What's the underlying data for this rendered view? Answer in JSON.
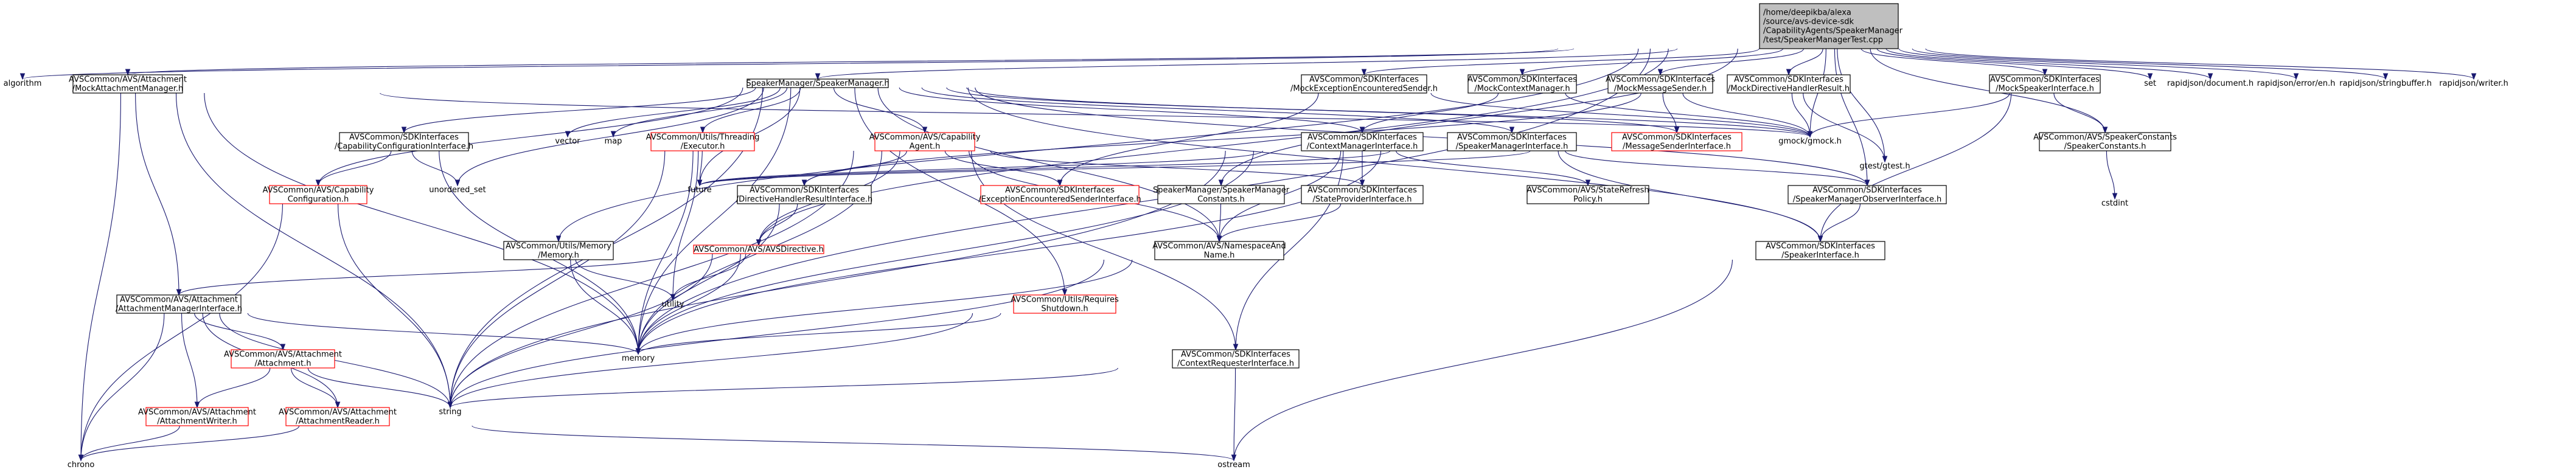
{
  "nodes": [
    {
      "id": "root",
      "lines": [
        "/home/deepikba/alexa",
        "/source/avs-device-sdk",
        "/CapabilityAgents/SpeakerManager",
        "/test/SpeakerManagerTest.cpp"
      ],
      "style": "root"
    },
    {
      "id": "algorithm",
      "lines": [
        "algorithm"
      ],
      "style": "plain"
    },
    {
      "id": "mockAttMgr",
      "lines": [
        "AVSCommon/AVS/Attachment",
        "/MockAttachmentManager.h"
      ],
      "style": "box"
    },
    {
      "id": "spkMgr",
      "lines": [
        "SpeakerManager/SpeakerManager.h"
      ],
      "style": "box"
    },
    {
      "id": "mockExcSender",
      "lines": [
        "AVSCommon/SDKInterfaces",
        "/MockExceptionEncounteredSender.h"
      ],
      "style": "box"
    },
    {
      "id": "mockCtxMgr",
      "lines": [
        "AVSCommon/SDKInterfaces",
        "/MockContextManager.h"
      ],
      "style": "box"
    },
    {
      "id": "mockMsgSender",
      "lines": [
        "AVSCommon/SDKInterfaces",
        "/MockMessageSender.h"
      ],
      "style": "box"
    },
    {
      "id": "mockDirResult",
      "lines": [
        "AVSCommon/SDKInterfaces",
        "/MockDirectiveHandlerResult.h"
      ],
      "style": "box"
    },
    {
      "id": "mockSpkIface",
      "lines": [
        "AVSCommon/SDKInterfaces",
        "/MockSpeakerInterface.h"
      ],
      "style": "box"
    },
    {
      "id": "set",
      "lines": [
        "set"
      ],
      "style": "plain"
    },
    {
      "id": "rjDoc",
      "lines": [
        "rapidjson/document.h"
      ],
      "style": "plain"
    },
    {
      "id": "rjErr",
      "lines": [
        "rapidjson/error/en.h"
      ],
      "style": "plain"
    },
    {
      "id": "rjSb",
      "lines": [
        "rapidjson/stringbuffer.h"
      ],
      "style": "plain"
    },
    {
      "id": "rjWriter",
      "lines": [
        "rapidjson/writer.h"
      ],
      "style": "plain"
    },
    {
      "id": "capCfgIface",
      "lines": [
        "AVSCommon/SDKInterfaces",
        "/CapabilityConfigurationInterface.h"
      ],
      "style": "box"
    },
    {
      "id": "vector",
      "lines": [
        "vector"
      ],
      "style": "plain"
    },
    {
      "id": "map",
      "lines": [
        "map"
      ],
      "style": "plain"
    },
    {
      "id": "executor",
      "lines": [
        "AVSCommon/Utils/Threading",
        "/Executor.h"
      ],
      "style": "red"
    },
    {
      "id": "capAgent",
      "lines": [
        "AVSCommon/AVS/Capability",
        "Agent.h"
      ],
      "style": "red"
    },
    {
      "id": "ctxMgrIface",
      "lines": [
        "AVSCommon/SDKInterfaces",
        "/ContextManagerInterface.h"
      ],
      "style": "box"
    },
    {
      "id": "spkMgrIface",
      "lines": [
        "AVSCommon/SDKInterfaces",
        "/SpeakerManagerInterface.h"
      ],
      "style": "box"
    },
    {
      "id": "msgSenderIface",
      "lines": [
        "AVSCommon/SDKInterfaces",
        "/MessageSenderInterface.h"
      ],
      "style": "red"
    },
    {
      "id": "gmock",
      "lines": [
        "gmock/gmock.h"
      ],
      "style": "plain"
    },
    {
      "id": "gtest",
      "lines": [
        "gtest/gtest.h"
      ],
      "style": "plain"
    },
    {
      "id": "spkConstants",
      "lines": [
        "AVSCommon/AVS/SpeakerConstants",
        "/SpeakerConstants.h"
      ],
      "style": "box"
    },
    {
      "id": "cstdint",
      "lines": [
        "cstdint"
      ],
      "style": "plain"
    },
    {
      "id": "capConfig",
      "lines": [
        "AVSCommon/AVS/Capability",
        "Configuration.h"
      ],
      "style": "red"
    },
    {
      "id": "unorderedSet",
      "lines": [
        "unordered_set"
      ],
      "style": "plain"
    },
    {
      "id": "future",
      "lines": [
        "future"
      ],
      "style": "plain"
    },
    {
      "id": "dirResultIface",
      "lines": [
        "AVSCommon/SDKInterfaces",
        "/DirectiveHandlerResultInterface.h"
      ],
      "style": "box"
    },
    {
      "id": "excSenderIface",
      "lines": [
        "AVSCommon/SDKInterfaces",
        "/ExceptionEncounteredSenderInterface.h"
      ],
      "style": "red"
    },
    {
      "id": "spkMgrConstants",
      "lines": [
        "SpeakerManager/SpeakerManager",
        "Constants.h"
      ],
      "style": "box"
    },
    {
      "id": "stateProvider",
      "lines": [
        "AVSCommon/SDKInterfaces",
        "/StateProviderInterface.h"
      ],
      "style": "box"
    },
    {
      "id": "stateRefresh",
      "lines": [
        "AVSCommon/AVS/StateRefresh",
        "Policy.h"
      ],
      "style": "box"
    },
    {
      "id": "spkMgrObserver",
      "lines": [
        "AVSCommon/SDKInterfaces",
        "/SpeakerManagerObserverInterface.h"
      ],
      "style": "box"
    },
    {
      "id": "spkIface",
      "lines": [
        "AVSCommon/SDKInterfaces",
        "/SpeakerInterface.h"
      ],
      "style": "box"
    },
    {
      "id": "utilsMemory",
      "lines": [
        "AVSCommon/Utils/Memory",
        "/Memory.h"
      ],
      "style": "box"
    },
    {
      "id": "avsDirective",
      "lines": [
        "AVSCommon/AVS/AVSDirective.h"
      ],
      "style": "red"
    },
    {
      "id": "nsName",
      "lines": [
        "AVSCommon/AVS/NamespaceAnd",
        "Name.h"
      ],
      "style": "box"
    },
    {
      "id": "attMgrIface",
      "lines": [
        "AVSCommon/AVS/Attachment",
        "/AttachmentManagerInterface.h"
      ],
      "style": "box"
    },
    {
      "id": "utility",
      "lines": [
        "utility"
      ],
      "style": "plain"
    },
    {
      "id": "reqShutdown",
      "lines": [
        "AVSCommon/Utils/Requires",
        "Shutdown.h"
      ],
      "style": "red"
    },
    {
      "id": "memory",
      "lines": [
        "memory"
      ],
      "style": "plain"
    },
    {
      "id": "attachment",
      "lines": [
        "AVSCommon/AVS/Attachment",
        "/Attachment.h"
      ],
      "style": "red"
    },
    {
      "id": "ctxRequester",
      "lines": [
        "AVSCommon/SDKInterfaces",
        "/ContextRequesterInterface.h"
      ],
      "style": "box"
    },
    {
      "id": "string",
      "lines": [
        "string"
      ],
      "style": "plain"
    },
    {
      "id": "attWriter",
      "lines": [
        "AVSCommon/AVS/Attachment",
        "/AttachmentWriter.h"
      ],
      "style": "red"
    },
    {
      "id": "attReader",
      "lines": [
        "AVSCommon/AVS/Attachment",
        "/AttachmentReader.h"
      ],
      "style": "red"
    },
    {
      "id": "chrono",
      "lines": [
        "chrono"
      ],
      "style": "plain"
    },
    {
      "id": "ostream",
      "lines": [
        "ostream"
      ],
      "style": "plain"
    }
  ],
  "edges": [
    [
      "root",
      "algorithm"
    ],
    [
      "root",
      "mockAttMgr"
    ],
    [
      "root",
      "spkMgr"
    ],
    [
      "root",
      "mockExcSender"
    ],
    [
      "root",
      "mockCtxMgr"
    ],
    [
      "root",
      "mockMsgSender"
    ],
    [
      "root",
      "mockDirResult"
    ],
    [
      "root",
      "mockSpkIface"
    ],
    [
      "root",
      "set"
    ],
    [
      "root",
      "rjDoc"
    ],
    [
      "root",
      "rjErr"
    ],
    [
      "root",
      "rjSb"
    ],
    [
      "root",
      "rjWriter"
    ],
    [
      "root",
      "gmock"
    ],
    [
      "root",
      "gtest"
    ],
    [
      "root",
      "spkConstants"
    ],
    [
      "root",
      "memory"
    ],
    [
      "root",
      "spkMgrConstants"
    ],
    [
      "root",
      "utilsMemory"
    ],
    [
      "root",
      "avsDirective"
    ],
    [
      "root",
      "spkMgrObserver"
    ],
    [
      "mockAttMgr",
      "attMgrIface"
    ],
    [
      "mockAttMgr",
      "memory"
    ],
    [
      "mockAttMgr",
      "string"
    ],
    [
      "mockAttMgr",
      "chrono"
    ],
    [
      "mockAttMgr",
      "gmock"
    ],
    [
      "spkMgr",
      "capCfgIface"
    ],
    [
      "spkMgr",
      "vector"
    ],
    [
      "spkMgr",
      "map"
    ],
    [
      "spkMgr",
      "executor"
    ],
    [
      "spkMgr",
      "capAgent"
    ],
    [
      "spkMgr",
      "ctxMgrIface"
    ],
    [
      "spkMgr",
      "spkMgrIface"
    ],
    [
      "spkMgr",
      "msgSenderIface"
    ],
    [
      "spkMgr",
      "gmock"
    ],
    [
      "spkMgr",
      "capConfig"
    ],
    [
      "spkMgr",
      "unorderedSet"
    ],
    [
      "spkMgr",
      "future"
    ],
    [
      "spkMgr",
      "memory"
    ],
    [
      "spkMgr",
      "string"
    ],
    [
      "spkMgr",
      "spkMgrObserver"
    ],
    [
      "spkMgr",
      "spkIface"
    ],
    [
      "spkMgr",
      "reqShutdown"
    ],
    [
      "spkMgr",
      "nsName"
    ],
    [
      "mockExcSender",
      "excSenderIface"
    ],
    [
      "mockExcSender",
      "gmock"
    ],
    [
      "mockCtxMgr",
      "ctxMgrIface"
    ],
    [
      "mockCtxMgr",
      "gmock"
    ],
    [
      "mockMsgSender",
      "msgSenderIface"
    ],
    [
      "mockMsgSender",
      "gmock"
    ],
    [
      "mockDirResult",
      "dirResultIface"
    ],
    [
      "mockDirResult",
      "gmock"
    ],
    [
      "mockDirResult",
      "gtest"
    ],
    [
      "mockSpkIface",
      "spkIface"
    ],
    [
      "mockSpkIface",
      "spkConstants"
    ],
    [
      "mockSpkIface",
      "gmock"
    ],
    [
      "spkConstants",
      "cstdint"
    ],
    [
      "capCfgIface",
      "capConfig"
    ],
    [
      "capCfgIface",
      "unorderedSet"
    ],
    [
      "capCfgIface",
      "memory"
    ],
    [
      "executor",
      "future"
    ],
    [
      "executor",
      "memory"
    ],
    [
      "executor",
      "utility"
    ],
    [
      "executor",
      "string"
    ],
    [
      "capAgent",
      "dirResultIface"
    ],
    [
      "capAgent",
      "excSenderIface"
    ],
    [
      "capAgent",
      "stateProvider"
    ],
    [
      "capAgent",
      "avsDirective"
    ],
    [
      "capAgent",
      "memory"
    ],
    [
      "capAgent",
      "nsName"
    ],
    [
      "capAgent",
      "ctxRequester"
    ],
    [
      "capAgent",
      "string"
    ],
    [
      "ctxMgrIface",
      "stateProvider"
    ],
    [
      "ctxMgrIface",
      "stateRefresh"
    ],
    [
      "ctxMgrIface",
      "ctxRequester"
    ],
    [
      "ctxMgrIface",
      "nsName"
    ],
    [
      "ctxMgrIface",
      "memory"
    ],
    [
      "ctxMgrIface",
      "string"
    ],
    [
      "ctxMgrIface",
      "future"
    ],
    [
      "spkMgrIface",
      "spkMgrObserver"
    ],
    [
      "spkMgrIface",
      "spkIface"
    ],
    [
      "spkMgrIface",
      "future"
    ],
    [
      "spkMgrIface",
      "memory"
    ],
    [
      "msgSenderIface",
      "future"
    ],
    [
      "capConfig",
      "string"
    ],
    [
      "capConfig",
      "chrono"
    ],
    [
      "dirResultIface",
      "avsDirective"
    ],
    [
      "dirResultIface",
      "memory"
    ],
    [
      "spkMgrConstants",
      "nsName"
    ],
    [
      "stateProvider",
      "nsName"
    ],
    [
      "spkMgrObserver",
      "spkIface"
    ],
    [
      "spkIface",
      "ostream"
    ],
    [
      "utilsMemory",
      "memory"
    ],
    [
      "utilsMemory",
      "utility"
    ],
    [
      "avsDirective",
      "attMgrIface"
    ],
    [
      "avsDirective",
      "memory"
    ],
    [
      "avsDirective",
      "string"
    ],
    [
      "avsDirective",
      "utility"
    ],
    [
      "nsName",
      "string"
    ],
    [
      "nsName",
      "memory"
    ],
    [
      "attMgrIface",
      "attachment"
    ],
    [
      "attMgrIface",
      "attWriter"
    ],
    [
      "attMgrIface",
      "attReader"
    ],
    [
      "attMgrIface",
      "memory"
    ],
    [
      "attMgrIface",
      "string"
    ],
    [
      "attMgrIface",
      "chrono"
    ],
    [
      "reqShutdown",
      "memory"
    ],
    [
      "reqShutdown",
      "string"
    ],
    [
      "attachment",
      "attWriter"
    ],
    [
      "attachment",
      "attReader"
    ],
    [
      "attachment",
      "string"
    ],
    [
      "ctxRequester",
      "string"
    ],
    [
      "ctxRequester",
      "ostream"
    ],
    [
      "attWriter",
      "chrono"
    ],
    [
      "attReader",
      "chrono"
    ],
    [
      "attReader",
      "ostream"
    ]
  ]
}
